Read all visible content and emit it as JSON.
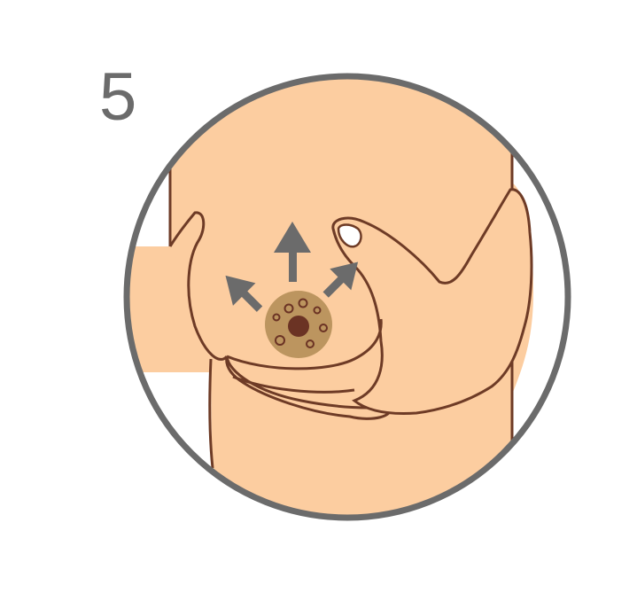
{
  "step": {
    "number": "5"
  },
  "colors": {
    "skin": "#fccda0",
    "outline": "#6e3b26",
    "frame": "#6b6b6b",
    "arrow": "#6b6b6b",
    "areola": "#bc955f",
    "nipple": "#6b3324"
  },
  "icons": {
    "frame": "circle-frame",
    "arrows": "directional-arrows"
  }
}
